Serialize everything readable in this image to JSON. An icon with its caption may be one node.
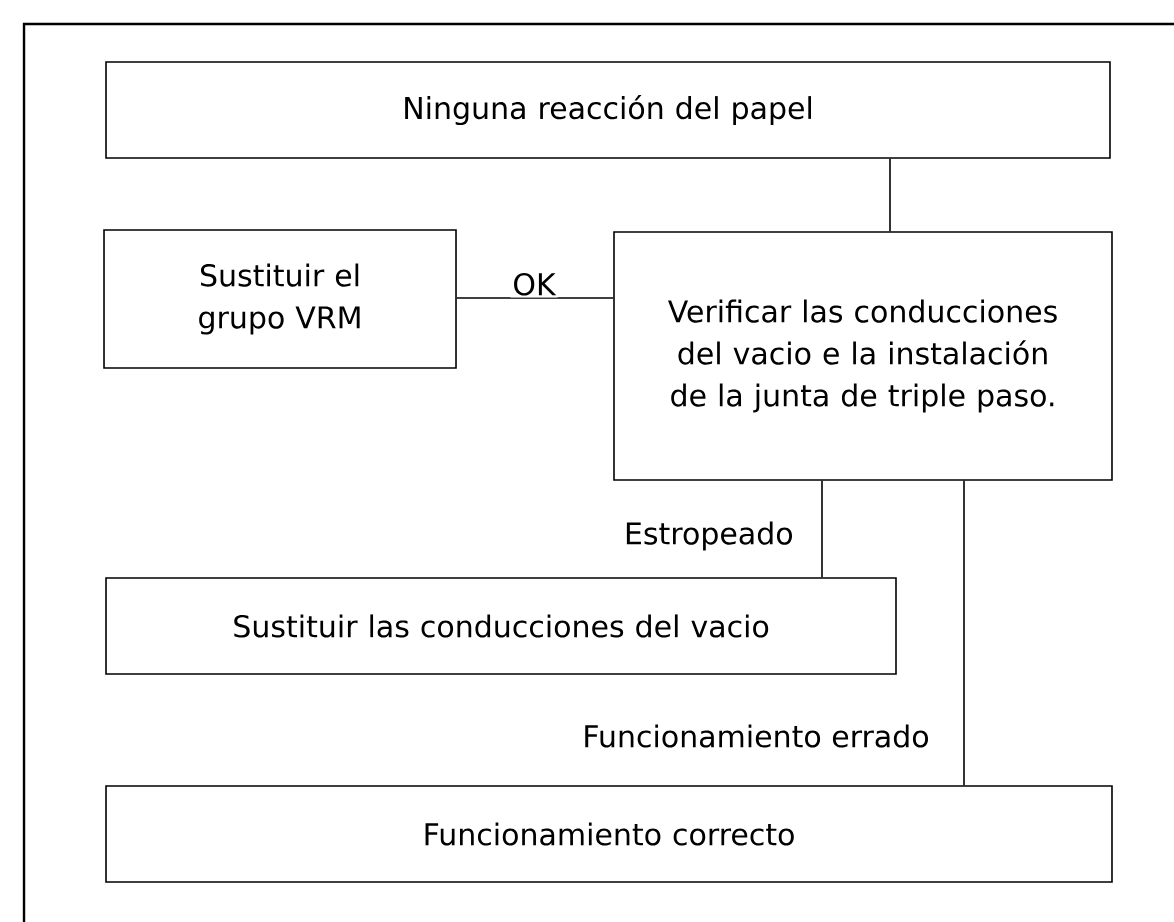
{
  "diagram": {
    "nodes": [
      {
        "text": [
          "Ninguna reacción del papel"
        ]
      },
      {
        "text": [
          "Sustituir el grupo VRM"
        ]
      },
      {
        "text": [
          "Verificar las conducciones del vacio e la instalación de la junta de triple paso."
        ]
      },
      {
        "text": [
          "Sustituir las conducciones del vacio"
        ]
      },
      {
        "text": [
          "Funcionamiento correcto"
        ]
      }
    ],
    "edges": [
      {
        "from": 0,
        "to": 2,
        "arrow": "none"
      },
      {
        "from": 2,
        "to": 1,
        "arrow": "none",
        "label": "OK"
      },
      {
        "from": 2,
        "to": 3,
        "arrow": "none",
        "label": "Estropeado"
      },
      {
        "from": 2,
        "to": 4,
        "arrow": "none",
        "label": "Funcionamiento errado"
      }
    ]
  }
}
